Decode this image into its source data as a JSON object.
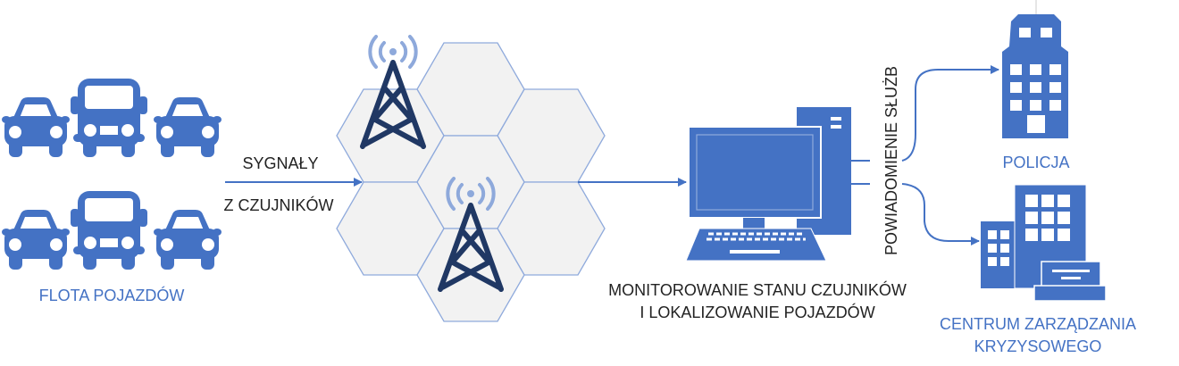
{
  "fleet": {
    "label": "FLOTA POJAZDÓW"
  },
  "signal": {
    "line1": "SYGNAŁY",
    "line2": "Z CZUJNIKÓW"
  },
  "monitoring": {
    "line1": "MONITOROWANIE STANU CZUJNIKÓW",
    "line2": "I LOKALIZOWANIE POJAZDÓW"
  },
  "notify": {
    "label": "POWIADOMIENIE SŁUŻB"
  },
  "police": {
    "label": "POLICJA"
  },
  "crisis": {
    "line1": "CENTRUM ZARZĄDZANIA",
    "line2": "KRYZYSOWEGO"
  },
  "colors": {
    "accent": "#4472c4",
    "tower": "#203864",
    "wave": "#8ea9db",
    "hex_fill": "#f2f2f2",
    "hex_stroke": "#8faadc"
  }
}
